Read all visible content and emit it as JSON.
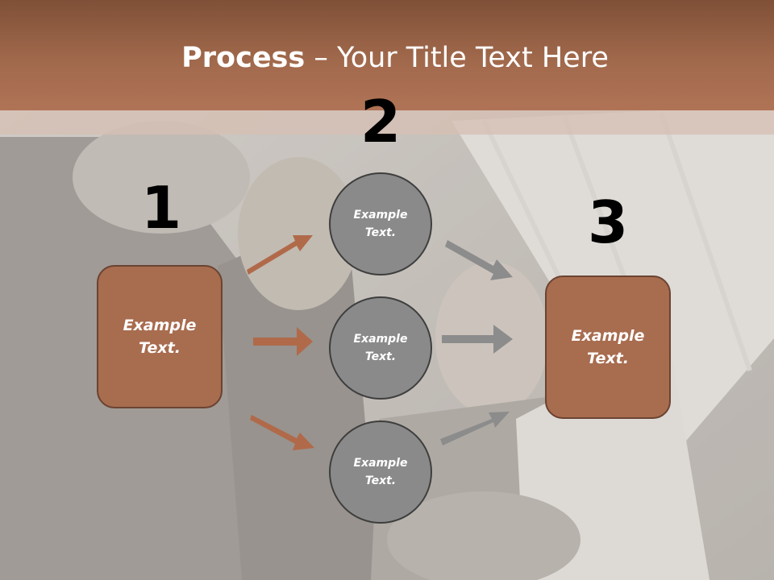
{
  "slide": {
    "title_bold": "Process",
    "title_rest": " – Your Title Text Here"
  },
  "steps": {
    "one": "1",
    "two": "2",
    "three": "3"
  },
  "boxes": {
    "left": "Example\nText.",
    "right": "Example\nText."
  },
  "circles": [
    {
      "label": "Example\nText."
    },
    {
      "label": "Example\nText."
    },
    {
      "label": "Example\nText."
    }
  ],
  "colors": {
    "brown_accent": "#a86c4f",
    "circle_gray": "#8a8a8a",
    "arrow_brown": "#b06a4a",
    "arrow_gray": "#8c8c8c"
  }
}
